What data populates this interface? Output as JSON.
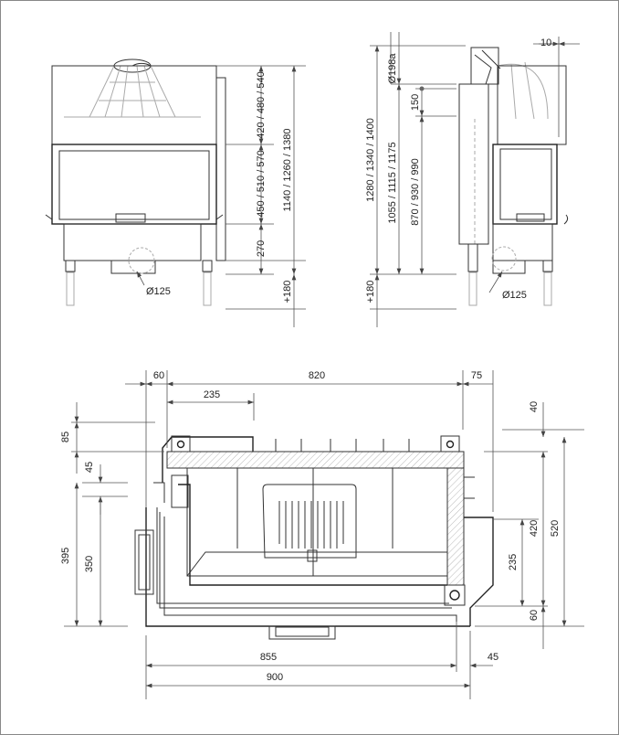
{
  "front_view": {
    "dim_hood": "420 / 480 / 540",
    "dim_door": "450 / 510 / 570",
    "dim_base": "270",
    "dim_legs": "+180",
    "dim_total": "1140 / 1260 / 1380",
    "dim_outlet": "Ø125"
  },
  "side_view": {
    "dim_total": "1280 / 1340 / 1400",
    "dim_flue": "Ø198a",
    "dim_flue_height": "1055 / 1115 / 1175",
    "dim_150": "150",
    "dim_870": "870 / 930 / 990",
    "dim_legs": "+180",
    "dim_offset": "10",
    "dim_outlet": "Ø125"
  },
  "plan_view": {
    "top_60": "60",
    "top_820": "820",
    "top_75": "75",
    "top_235": "235",
    "left_85": "85",
    "left_45": "45",
    "left_395": "395",
    "left_350": "350",
    "right_40": "40",
    "right_420": "420",
    "right_520": "520",
    "right_235": "235",
    "right_60": "60",
    "bottom_855": "855",
    "bottom_45": "45",
    "bottom_900": "900"
  }
}
